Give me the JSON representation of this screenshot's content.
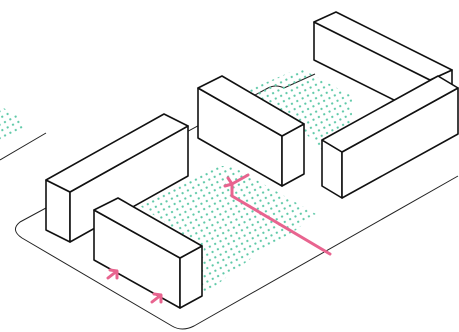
{
  "diagram": {
    "type": "isometric site plan",
    "block_count": 5,
    "entrance_marker_count": 2,
    "colors": {
      "outline": "#111111",
      "block_fill": "#ffffff",
      "green_space_dots": "#5fc9a8",
      "route_and_entrances": "#e8648f",
      "background": "#ffffff"
    }
  }
}
